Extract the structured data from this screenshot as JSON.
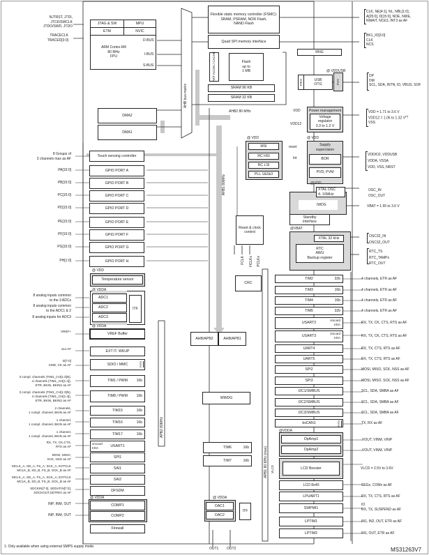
{
  "figure_id": "MS31263V7",
  "footnote": "1. Only available when using external SMPS supply mode.",
  "core": {
    "jtag": "JTAG & SW",
    "mpu": "MPU",
    "etm": "ETM",
    "nvic": "NVIC",
    "cpu": [
      "ARM Cortex-M4",
      "80 MHz",
      "FPU"
    ],
    "dbus": "D-BUS",
    "ibus": "I-BUS",
    "sbus": "S-BUS"
  },
  "left_top_pins": [
    "NJTRST, JTDI,",
    "JTCK/SWCLK",
    "JTDO/SWD, JTDO",
    "TRACECLK",
    "TRACED[3:0]"
  ],
  "bus_matrix": "AHB bus-matrix",
  "fsmc": [
    "Flexible static memory controller (FSMC):",
    "SRAM, PSRAM, NOR Flash,",
    "NAND Flash"
  ],
  "fsmc_pins": [
    "CLK, NE[4:1], NL, NBL[1:0],",
    "A[25:0], D[15:0], NOE, NWE,",
    "NWAIT, NCE3, INT3 as AF"
  ],
  "qspi": "Quad SPI memory interface",
  "qspi_pins": [
    "BK1_IO[3:0]",
    "CLK",
    "NCS"
  ],
  "art": "ART ACCEL/ CACHE",
  "flash": [
    "Flash",
    "up to",
    "1 MB"
  ],
  "sram1": "SRAM 96 KB",
  "sram2": "SRAM 32 KB",
  "ahb2": "AHB2 80 MHz",
  "rng": "RNG",
  "usb": {
    "domain": "@ VDDUSB",
    "fifo": "FIFO",
    "otg": "USB OTG",
    "phy": "PHY",
    "pins": [
      "DP",
      "DM",
      "SCL, SDA, INTN, ID, VBUS, SOF"
    ]
  },
  "power": {
    "title": "Power management",
    "reg": [
      "Voltage",
      "regulator",
      "3.3 to 1.2 V"
    ],
    "vdd": "VDD",
    "vdd12": "VDD12",
    "pins": [
      "VDD = 1.71 to 3.6 V",
      "VDD12 = 1.05 to 1.32 V",
      "VSS"
    ],
    "sup": "(1)"
  },
  "dma2": "DMA2",
  "dma1": "DMA1",
  "clocks": {
    "domain": "@ VDD",
    "items": [
      "MSI",
      "RC HSI",
      "RC LSI",
      "PLL 1&2&3"
    ]
  },
  "supervision": {
    "domain": "@ VDD",
    "title": "Supply supervision",
    "bor": "BOR",
    "pvd": "PVD, PVM",
    "reset": "reset",
    "int": "Int",
    "pins": [
      "VDDIO2, VDDUSB",
      "VDDA, VSSA",
      "VDD, VSS, NRST"
    ]
  },
  "xtal": {
    "domain": "@VDD",
    "name": "XTAL OSC",
    "freq": "4- 16MHz",
    "pins": [
      "OSC_IN",
      "OSC_OUT"
    ]
  },
  "iwdg": "IWDG",
  "vbat_pin": "VBAT = 1.55 to 3.6 V",
  "standby": "Standby interface",
  "rcc": {
    "title": "Reset & clock control",
    "outs": [
      "FCLK",
      "HCLKx",
      "PCLKx"
    ]
  },
  "ahb1": "AHB1 80MHz",
  "vbat": {
    "domain": "@VBAT",
    "xtal32": "XTAL 32 kHz",
    "rtc": [
      "RTC",
      "AWU",
      "Backup register"
    ],
    "osc32_pins": [
      "OSC32_IN",
      "OSC32_OUT"
    ],
    "rtc_pins": [
      "RTC_TS",
      "RTC_TAMPx",
      "RTC_OUT"
    ]
  },
  "touch": {
    "label": "Touch sensing controller",
    "pin": "8 Groups of\n3 channels max as AF"
  },
  "gpio": [
    {
      "port": "GPIO PORT A",
      "pin": "PA[15:0]"
    },
    {
      "port": "GPIO PORT B",
      "pin": "PB[15:0]"
    },
    {
      "port": "GPIO PORT C",
      "pin": "PC[15:0]"
    },
    {
      "port": "GPIO PORT D",
      "pin": "PD[15:0]"
    },
    {
      "port": "GPIO PORT E",
      "pin": "PE[15:0]"
    },
    {
      "port": "GPIO PORT F",
      "pin": "PF[15:0]"
    },
    {
      "port": "GPIO PORT G",
      "pin": "PG[15:0]"
    },
    {
      "port": "GPIO PORT H",
      "pin": "PH[1:0]"
    }
  ],
  "temp": {
    "domain": "@ VDD",
    "label": "Temperature sensor"
  },
  "adc": {
    "domain": "@ VDDA",
    "items": [
      "ADC1",
      "ADC2",
      "ADC3"
    ],
    "itf": "ITF",
    "pins": [
      "8 analog inputs common\nto the 3 ADCs",
      "8 analog inputs common\nto the ADC1 & 2",
      "8 analog inputs for ADC3"
    ]
  },
  "crc": "CRC",
  "apb2_left": [
    {
      "name": "VREF Buffer",
      "pin": "VREF+",
      "domain": "@ VDDA"
    },
    {
      "name": "EXT IT. WKUP",
      "pin": "114 AF"
    },
    {
      "name": "SDIO / MMC",
      "pin": "D[7:0]\nCMD, CK as AF",
      "fifo": "FIFO"
    },
    {
      "name": "TIM1 / PWM",
      "bits": "16b",
      "pin": "3 compl. channels (TIM1_CH[1:3]N),\n4 channels (TIM1_CH[1:4]),\nETR, BKIN, BKIN2 as AF"
    },
    {
      "name": "TIM8 / PWM",
      "bits": "16b",
      "pin": "3 compl. channels (TIM1_CH[1:3]N),\n4 channels (TIM1_CH[1:4]),\nETR, BKIN, BKIN2 as AF"
    },
    {
      "name": "TIM15",
      "bits": "16b",
      "pin": "2 channels,\n1 compl. channel, BKIN as AF"
    },
    {
      "name": "TIM16",
      "bits": "16b",
      "pin": "1 channel,\n1 compl. channel, BKIN as AF"
    },
    {
      "name": "TIM17",
      "bits": "16b",
      "pin": "1 channel,\n1 compl. channel, BKIN as AF"
    },
    {
      "name": "USART1",
      "extra": "smcard\nIrDA",
      "pin": "RX, TX, CK,CTS,\nRTS as AF"
    },
    {
      "name": "SPI1",
      "pin": "MOSI, MISO,\nSCK, NSS as AF"
    },
    {
      "name": "SAI1",
      "pin": "MCLK_A, SD_A, FS_A, SCK_A, EXTCLK\nMCLK_B, SD_B, FS_B, SCK_B as AF"
    },
    {
      "name": "SAI2",
      "pin": "MCLK_A, SD_A, FS_A, SCK_A, EXTCLK\nMCLK_B, SD_B, FS_B, SCK_B as AF"
    },
    {
      "name": "DFSDM",
      "pin": "SDCKIN[7:0], SDDATIN[7:0],\nSDCKOUT,SDTRIG as AF"
    }
  ],
  "comp": {
    "domain": "@ VDDA",
    "items": [
      {
        "name": "COMP1",
        "pin": "INP, INM, OUT"
      },
      {
        "name": "COMP2",
        "pin": "INP, INM, OUT"
      }
    ]
  },
  "firewall": "Firewall",
  "apb2": "APB2 80MHz",
  "ahb_apb2": "AHB/APB2",
  "ahb_apb1": "AHB/APB1",
  "wwdg": "WWDG",
  "tim6": {
    "name": "TIM6",
    "bits": "16b"
  },
  "tim7": {
    "name": "TIM7",
    "bits": "16b"
  },
  "dac": {
    "domain": "@ VDDA",
    "items": [
      "DAC1",
      "DAC2"
    ],
    "itf": "ITF",
    "outs": [
      "OUT1",
      "OUT2"
    ]
  },
  "apb1": "APB1 80 MHz (max)",
  "apb1_right": [
    {
      "name": "TIM2",
      "bits": "32b",
      "pin": "4 channels, ETR as AF"
    },
    {
      "name": "TIM3",
      "bits": "16b",
      "pin": "4 channels, ETR as AF"
    },
    {
      "name": "TIM4",
      "bits": "16b",
      "pin": "4 channels, ETR as AF"
    },
    {
      "name": "TIM5",
      "bits": "32b",
      "pin": "4 channels, ETR as AF"
    },
    {
      "name": "USART2",
      "extra": "smcard\nIrDA",
      "pin": "RX, TX, CK, CTS, RTS as AF"
    },
    {
      "name": "USART3",
      "extra": "smcard\nIrDA",
      "pin": "RX, TX, CK, CTS, RTS as AF"
    },
    {
      "name": "UART4",
      "pin": "RX, TX, CTS, RTS as AF"
    },
    {
      "name": "UART5",
      "pin": "RX, TX, CTS, RTS as AF"
    },
    {
      "name": "SPI2",
      "pin": "MOSI, MISO, SCK, NSS as AF"
    },
    {
      "name": "SPI3",
      "pin": "MOSI, MISO, SCK, NSS as AF"
    },
    {
      "name": "I2C1/SMBUS",
      "pin": "SCL, SDA, SMBA as AF"
    },
    {
      "name": "I2C2/SMBUS",
      "pin": "SCL, SDA, SMBA as AF"
    },
    {
      "name": "I2C3/SMBUS",
      "pin": "SCL, SDA, SMBA as AF"
    },
    {
      "name": "bxCAN1",
      "fifo": "FIFO",
      "pin": "TX, RX as AF"
    }
  ],
  "opamp": {
    "domain": "@VDDA",
    "items": [
      {
        "name": "OpAmp1",
        "pin": "VOUT, VINM, VINP"
      },
      {
        "name": "OpAmp2",
        "pin": "VOUT, VINM, VINP"
      }
    ]
  },
  "lcd_booster": {
    "name": "LCD Booster",
    "vlcd": "VLCD",
    "pin": "VLCD = 2.5V to 3.6V"
  },
  "apb1_lower": [
    {
      "name": "LCD 8x40",
      "pin": "SEGx, COMx as AF"
    },
    {
      "name": "LPUART1",
      "pin": "RX, TX, CTS, RTS as AF"
    },
    {
      "name": "SWPMI1",
      "pin": "IO\nRX, TX, SUSPEND as AF"
    },
    {
      "name": "LPTIM1",
      "pin": "IN1, IN2, OUT, ETR as AF"
    },
    {
      "name": "LPTIM2",
      "pin": "IN1, OUT, ETR as AF"
    }
  ]
}
